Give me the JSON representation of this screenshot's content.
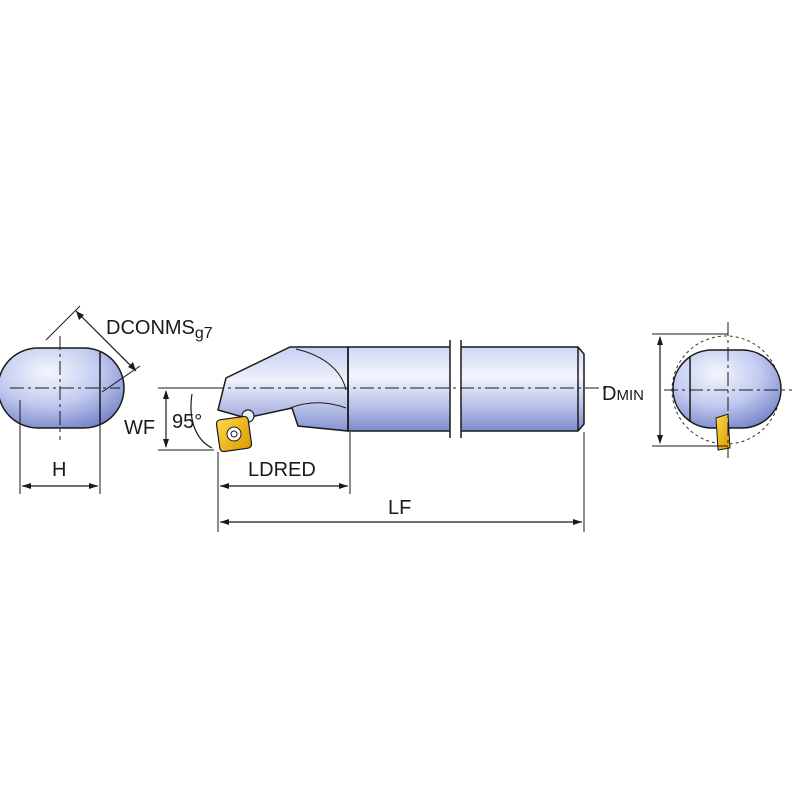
{
  "labels": {
    "dconms": "DCONMS",
    "dconms_tolerance": "g7",
    "h": "H",
    "wf": "WF",
    "angle": "95°",
    "ldred": "LDRED",
    "lf": "LF",
    "dmin_main": "D",
    "dmin_sub": "MIN"
  },
  "colors": {
    "body_light": "#eef1fb",
    "body_mid": "#b4bfe8",
    "body_dark": "#6a78c2",
    "insert": "#f2b705",
    "line": "#1a1a1a"
  }
}
